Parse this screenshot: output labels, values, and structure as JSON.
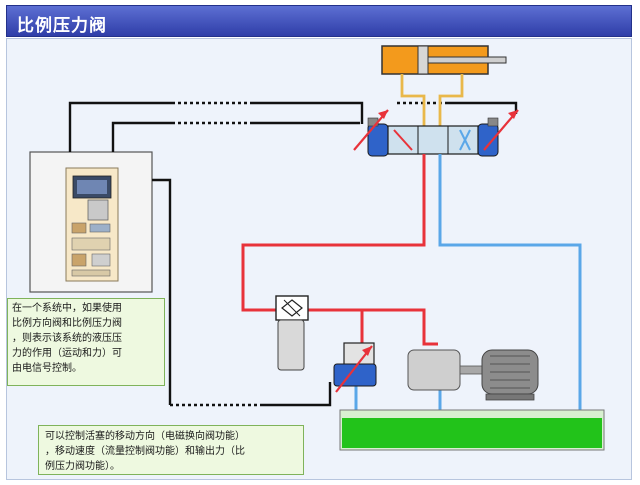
{
  "title": "比例压力阀",
  "note_left": {
    "lines": [
      "在一个系统中，如果使用",
      "比例方向阀和比例压力阀",
      "，则表示该系统的液压压",
      "力的作用（运动和力）可",
      "由电信号控制。"
    ]
  },
  "note_bottom": {
    "lines": [
      "可以控制活塞的移动方向（电磁换向阀功能）",
      "，移动速度（流量控制阀功能）和输出力（比",
      "例压力阀功能）。"
    ]
  },
  "colors": {
    "pressure_line": "#e8323a",
    "return_line": "#5aa7e8",
    "pilot_line": "#e9b84a",
    "signal_line": "#111111",
    "tank": "#22c31a",
    "cylinder": "#f39a1c",
    "title_bar": "#3b4cc0"
  }
}
